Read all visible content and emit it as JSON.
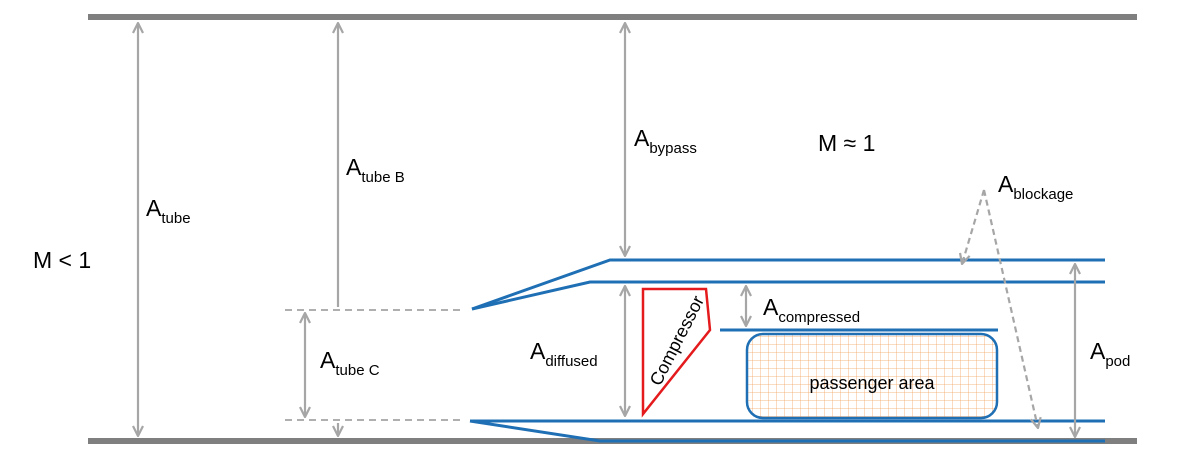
{
  "labels": {
    "mach_upstream": "M < 1",
    "mach_bypass": "M ≈ 1",
    "compressor": "Compressor",
    "passenger": "passenger area"
  },
  "areas": {
    "tube": {
      "base": "A",
      "sub": "tube"
    },
    "tube_b": {
      "base": "A",
      "sub": "tube B"
    },
    "tube_c": {
      "base": "A",
      "sub": "tube C"
    },
    "bypass": {
      "base": "A",
      "sub": "bypass"
    },
    "blockage": {
      "base": "A",
      "sub": "blockage"
    },
    "compressed": {
      "base": "A",
      "sub": "compressed"
    },
    "diffused": {
      "base": "A",
      "sub": "diffused"
    },
    "pod": {
      "base": "A",
      "sub": "pod"
    }
  },
  "colors": {
    "tube_wall": "#7f7f7f",
    "arrow": "#a6a6a6",
    "pod_outline": "#1f6fb5",
    "compressor": "#e41a1c",
    "passenger_border": "#1f6fb5",
    "passenger_grid": "#f4a460"
  }
}
